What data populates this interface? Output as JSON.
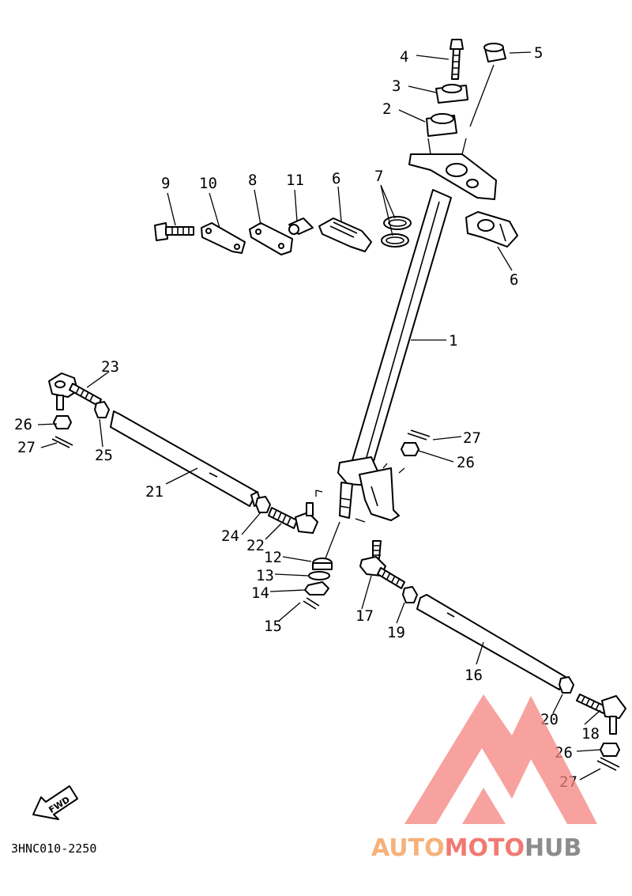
{
  "diagram": {
    "drawing_code": "3HNC010-2250",
    "fwd_label": "FWD",
    "callouts": [
      "1",
      "2",
      "3",
      "4",
      "5",
      "6",
      "6",
      "7",
      "8",
      "9",
      "10",
      "11",
      "12",
      "13",
      "14",
      "15",
      "16",
      "17",
      "18",
      "19",
      "20",
      "21",
      "22",
      "23",
      "24",
      "25",
      "26",
      "26",
      "26",
      "27",
      "27",
      "27"
    ]
  },
  "watermark": {
    "part1": "AUTO",
    "part2": "MOTO",
    "part3": "HUB",
    "color1": "#f6b27b",
    "color2": "#f07a73",
    "color3": "#8c8c8c",
    "logo_color": "#f4837d"
  }
}
